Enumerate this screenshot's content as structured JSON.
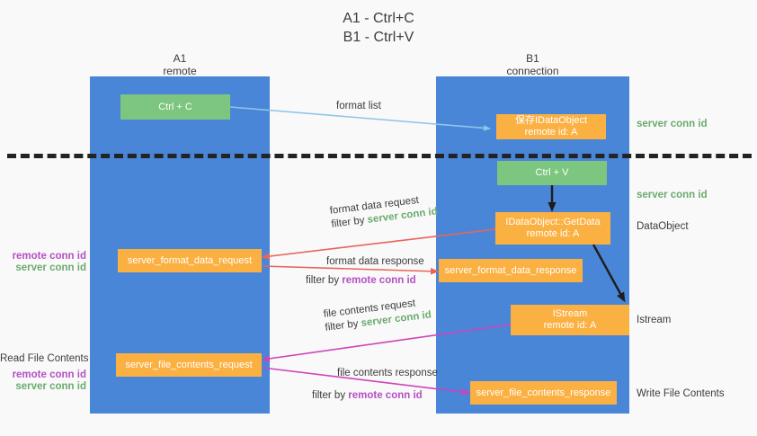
{
  "title": {
    "line1": "A1 - Ctrl+C",
    "line2": "B1 - Ctrl+V"
  },
  "columns": [
    {
      "name": "A1",
      "sub": "remote"
    },
    {
      "name": "B1",
      "sub": "connection"
    }
  ],
  "nodes": {
    "ctrl_c": "Ctrl + C",
    "ctrl_v": "Ctrl + V",
    "save_idataobject": "保存IDataObject\nremote id: A",
    "getdata": "IDataObject::GetData\nremote id: A",
    "istream": "IStream\nremote id: A",
    "server_format_data_request": "server_format_data_request",
    "server_format_data_response": "server_format_data_response",
    "server_file_contents_request": "server_file_contents_request",
    "server_file_contents_response": "server_file_contents_response"
  },
  "edge_labels": {
    "format_list": "format list",
    "format_data_request": "format data request",
    "format_data_request_filter_prefix": "filter by ",
    "format_data_request_filter_key": "server conn id",
    "format_data_response": "format data response",
    "format_data_response_filter_prefix": "filter by ",
    "format_data_response_filter_key": "remote conn id",
    "file_contents_request": "file contents request",
    "file_contents_request_filter_prefix": "filter by ",
    "file_contents_request_filter_key": "server conn id",
    "file_contents_response": "file contents response",
    "file_contents_response_filter_prefix": "filter by ",
    "file_contents_response_filter_key": "remote conn id"
  },
  "right_annotations": {
    "server_conn_id_top": "server conn id",
    "server_conn_id_mid": "server conn id",
    "dataobject": "DataObject",
    "istream": "Istream",
    "write_file_contents": "Write File Contents"
  },
  "left_annotations": {
    "remote_conn_id_1": "remote conn id",
    "server_conn_id_1": "server conn id",
    "read_file_contents": "Read File Contents",
    "remote_conn_id_2": "remote conn id",
    "server_conn_id_2": "server conn id"
  },
  "colors": {
    "lane": "#4a86d8",
    "node_green": "#7cc67f",
    "node_orange": "#fbb042",
    "arrow_light_blue": "#8ec6e8",
    "arrow_red": "#e8645a",
    "arrow_magenta": "#cc44bb",
    "arrow_black": "#1d1d1d",
    "text_green": "#6aab6d",
    "text_purple": "#b44fc4",
    "background": "#f9f9f9"
  }
}
